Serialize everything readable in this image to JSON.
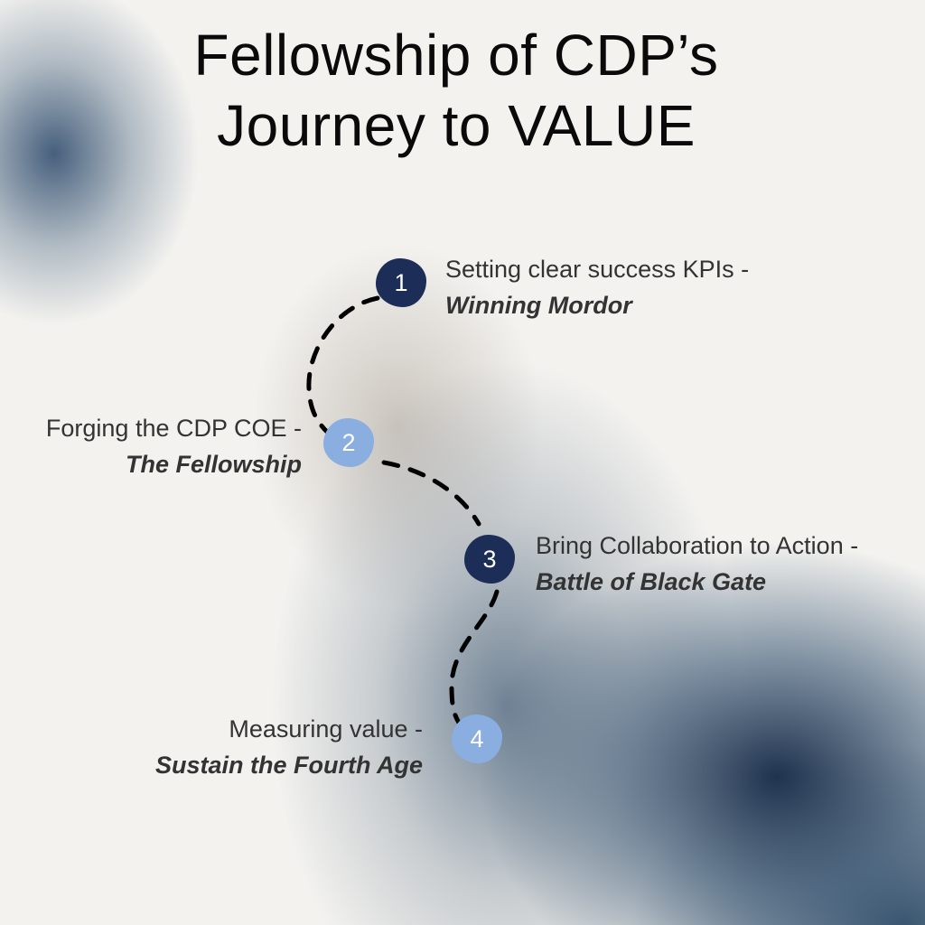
{
  "title": {
    "line1": "Fellowship of CDP’s",
    "line2": "Journey to VALUE"
  },
  "steps": [
    {
      "number": "1",
      "text": "Setting clear success KPIs -",
      "subtitle": "Winning Mordor",
      "color": "#1c2e57"
    },
    {
      "number": "2",
      "text": "Forging the CDP COE -",
      "subtitle": "The Fellowship",
      "color": "#8aaee0"
    },
    {
      "number": "3",
      "text": "Bring Collaboration to Action -",
      "subtitle": "Battle of Black Gate",
      "color": "#1c2e57"
    },
    {
      "number": "4",
      "text": "Measuring value -",
      "subtitle": "Sustain the Fourth Age",
      "color": "#8aaee0"
    }
  ]
}
